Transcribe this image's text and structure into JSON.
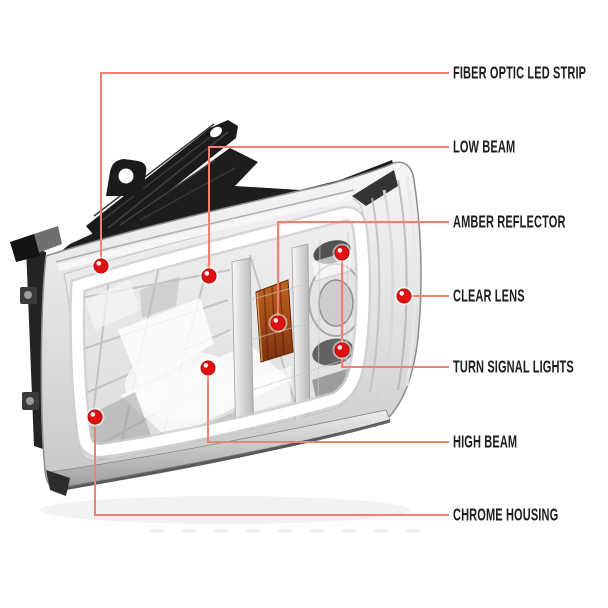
{
  "page": {
    "background": "#FFFFFF"
  },
  "illustration": {
    "alt": "Chrome left headlight assembly with black mounting brackets, C-shaped LED light bar, faceted crystal reflector, amber reflector and clear lens",
    "colors": {
      "bracket_black": "#1B1B1B",
      "chrome_light": "#F4F4F4",
      "chrome_dark": "#8D8D8D",
      "lens_gray": "#E8E8E8",
      "led_bar": "#FFFFFF",
      "amber_top": "#C0651F",
      "amber_bottom": "#7C3310"
    }
  },
  "callouts": {
    "line_color": "#F3806F",
    "dot_color": "#E01111",
    "label_color": "#1D1D1D",
    "items": [
      {
        "id": "fiber-optic-led-strip",
        "label": "FIBER OPTIC LED STRIP"
      },
      {
        "id": "low-beam",
        "label": "LOW BEAM"
      },
      {
        "id": "amber-reflector",
        "label": "AMBER REFLECTOR"
      },
      {
        "id": "clear-lens",
        "label": "CLEAR LENS"
      },
      {
        "id": "turn-signal-lights",
        "label": "TURN SIGNAL LIGHTS"
      },
      {
        "id": "high-beam",
        "label": "HIGH BEAM"
      },
      {
        "id": "chrome-housing",
        "label": "CHROME HOUSING"
      }
    ]
  }
}
